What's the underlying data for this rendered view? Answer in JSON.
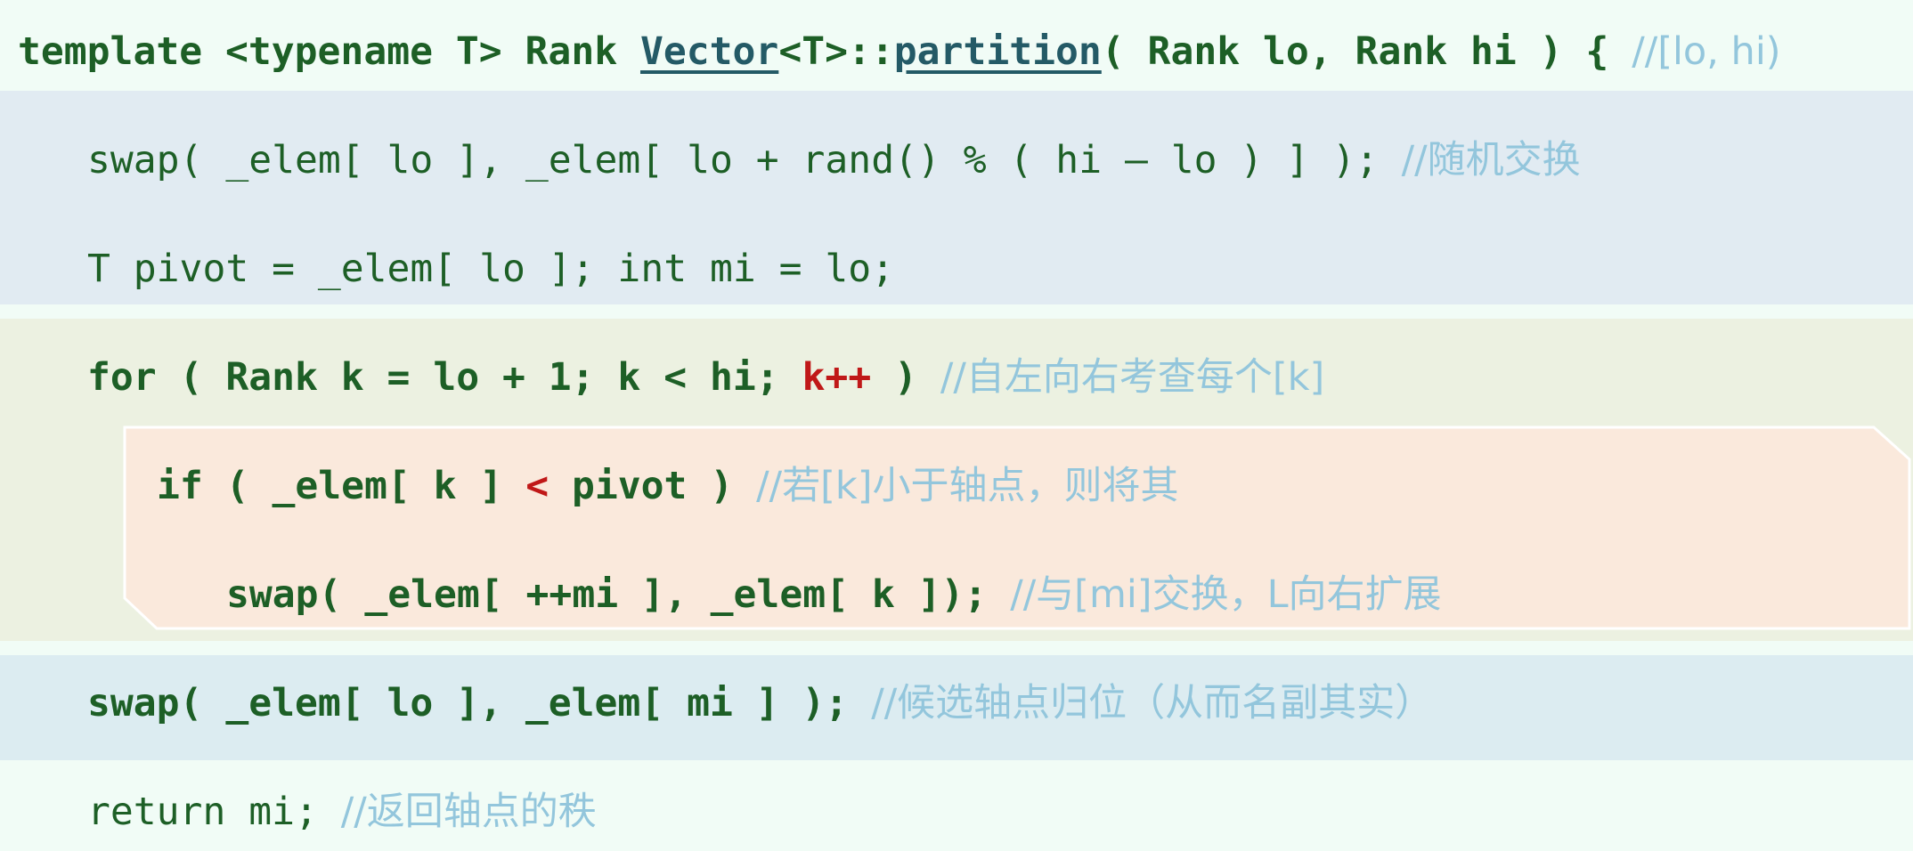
{
  "colors": {
    "code": "#1d5f26",
    "comment": "#93c6dc",
    "highlight": "#c01818",
    "underline": "#245a66",
    "bg_page": "#f1fcf6",
    "bg_blue": "#e1ebf2",
    "bg_green": "#ecf1e1",
    "bg_peach": "#fae9dc",
    "bg_cyan": "#dcecf1"
  },
  "lines": {
    "l1": {
      "a": "template <typename T> Rank ",
      "vector": "Vector",
      "b": "<T>::",
      "partition": "partition",
      "c": "( Rank lo, Rank hi ) { ",
      "comment": "//[lo, hi)"
    },
    "l2": {
      "code": "swap( _elem[ lo ], _elem[ lo + rand() % ( hi – lo ) ] ); ",
      "comment": "//随机交换"
    },
    "l3": {
      "code": "T pivot = _elem[ lo ]; int mi = lo;"
    },
    "l4": {
      "a": "for ( Rank k = lo + 1; k < hi; ",
      "red": "k++",
      "b": " ) ",
      "comment": "//自左向右考查每个[k]"
    },
    "l5": {
      "a": "if ( _elem[ k ] ",
      "red": "<",
      "b": " pivot ) ",
      "comment": "//若[k]小于轴点，则将其"
    },
    "l6": {
      "code": "swap( _elem[ ++mi ], _elem[ k ]); ",
      "comment": "//与[mi]交换，L向右扩展"
    },
    "l7": {
      "code": "swap( _elem[ lo ], _elem[ mi ] ); ",
      "comment": "//候选轴点归位（从而名副其实）"
    },
    "l8": {
      "code": "return mi; ",
      "comment": "//返回轴点的秩"
    }
  }
}
